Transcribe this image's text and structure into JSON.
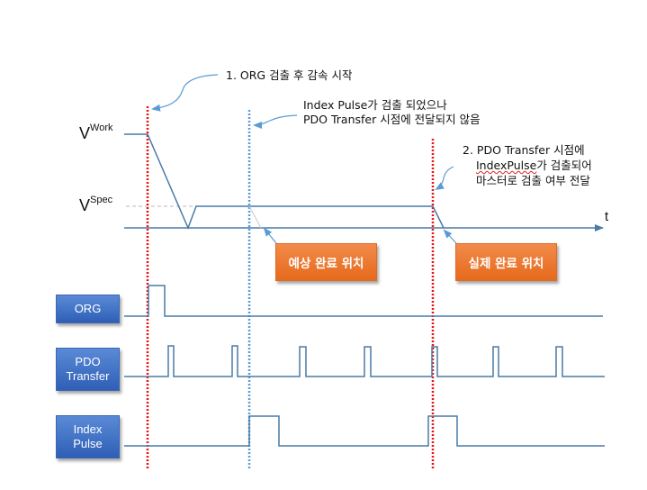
{
  "annotations": {
    "note1": "1. ORG 검출 후 감속 시작",
    "note2_line1": "Index Pulse가 검출 되었으나",
    "note2_line2": "PDO Transfer 시점에 전달되지 않음",
    "note3_line1": "2. PDO Transfer 시점에",
    "note3_line2_word": "IndexPulse",
    "note3_line2_rest": "가 검출되어",
    "note3_line3": "마스터로 검출 여부 전달"
  },
  "velocity_profile": {
    "v_work_base": "V",
    "v_work_sup": "Work",
    "v_spec_base": "V",
    "v_spec_sup": "Spec",
    "time_axis_label": "t"
  },
  "callouts": {
    "expected": "예상 완료 위치",
    "actual": "실제 완료 위치"
  },
  "signals": [
    {
      "name": "ORG",
      "label_lines": [
        "ORG"
      ]
    },
    {
      "name": "PDO Transfer",
      "label_lines": [
        "PDO",
        "Transfer"
      ]
    },
    {
      "name": "Index Pulse",
      "label_lines": [
        "Index",
        "Pulse"
      ]
    }
  ],
  "colors": {
    "signal_line": "#4a7aa6",
    "red_marker": "#ee1111",
    "blue_marker": "#5b9bd5",
    "signal_box": "#3e6fc4",
    "callout_box": "#ee7a30",
    "arrow": "#5b9bd5"
  }
}
